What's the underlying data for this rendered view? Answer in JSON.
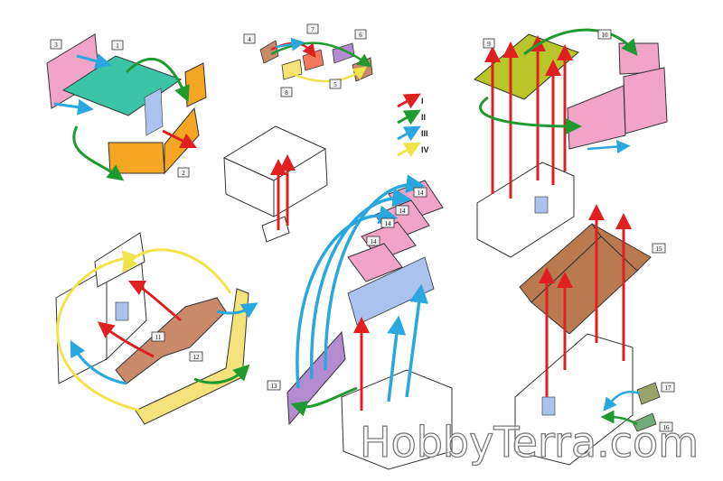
{
  "legend": [
    {
      "numeral": "I",
      "color": "#e02020"
    },
    {
      "numeral": "II",
      "color": "#1f9a2e"
    },
    {
      "numeral": "III",
      "color": "#29a8e0"
    },
    {
      "numeral": "IV",
      "color": "#f1e34a"
    }
  ],
  "part_labels": [
    "1",
    "2",
    "3",
    "4",
    "5",
    "6",
    "7",
    "8",
    "9",
    "10",
    "11",
    "12",
    "13",
    "14",
    "14",
    "14",
    "14",
    "15",
    "16",
    "17"
  ],
  "watermark": "HobbyTerra.com",
  "colors": {
    "outline": "#333333",
    "part_green": "#3cc4a6",
    "part_orange": "#f5a623",
    "part_pink": "#f2a4c8",
    "part_olive": "#b9c62a",
    "part_brown": "#c98a6a",
    "part_roof": "#b87a4e",
    "part_purple": "#b48ad0",
    "part_blue": "#a9c3ee",
    "part_yellow": "#f4e27a"
  }
}
